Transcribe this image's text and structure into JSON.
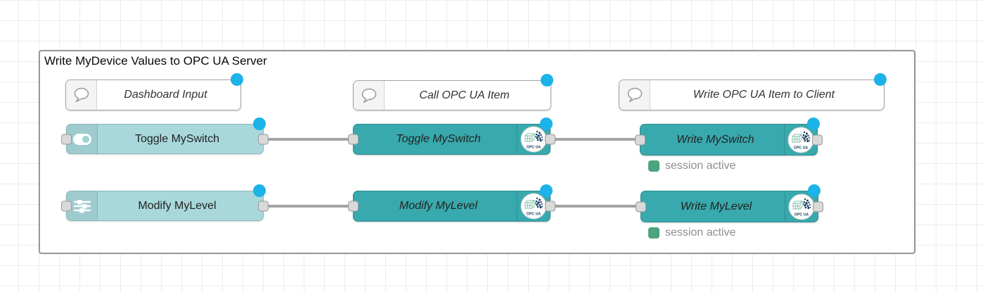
{
  "group": {
    "title": "Write MyDevice Values to OPC UA Server"
  },
  "comments": [
    {
      "label": "Dashboard Input",
      "icon": "speech-bubble-icon"
    },
    {
      "label": "Call OPC UA Item",
      "icon": "speech-bubble-icon"
    },
    {
      "label": "Write OPC UA Item to Client",
      "icon": "speech-bubble-icon"
    }
  ],
  "nodes": [
    {
      "label": "Toggle MySwitch",
      "icon": "toggle-switch-icon",
      "kind": "dashboard-switch"
    },
    {
      "label": "Modify MyLevel",
      "icon": "sliders-icon",
      "kind": "dashboard-slider"
    },
    {
      "label": "Toggle MySwitch",
      "icon": "opcua-icon",
      "kind": "opcua-item"
    },
    {
      "label": "Modify MyLevel",
      "icon": "opcua-icon",
      "kind": "opcua-item"
    },
    {
      "label": "Write MySwitch",
      "icon": "opcua-icon",
      "kind": "opcua-client",
      "status": "session active"
    },
    {
      "label": "Write MyLevel",
      "icon": "opcua-icon",
      "kind": "opcua-client",
      "status": "session active"
    }
  ],
  "opcua_icon_text": "OPC UA",
  "colors": {
    "node_light": "#a8d8db",
    "node_teal": "#38a9ad",
    "changed_marker": "#1bb3e8",
    "status_green": "#4ba47d",
    "wire": "#a3a3a3",
    "group_border": "#999999"
  }
}
